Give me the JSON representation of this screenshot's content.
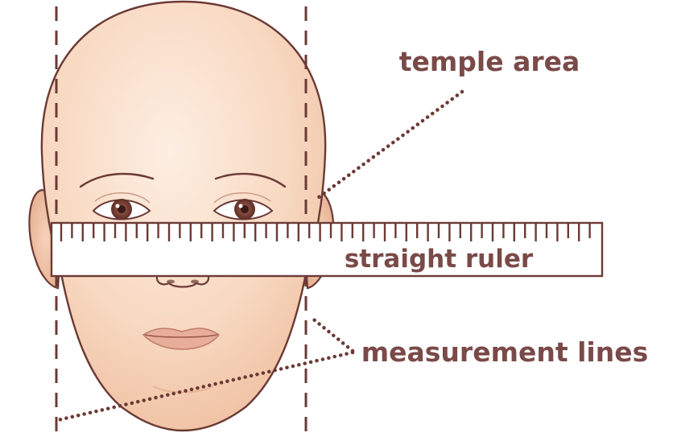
{
  "labels": {
    "temple_area": "temple area",
    "ruler": "straight ruler",
    "measurement_lines": "measurement lines"
  },
  "colors": {
    "outline": "#6b3a35",
    "skin_light": "#fbe3cf",
    "skin_mid": "#f3c9ac",
    "skin_shadow": "#e3aa8c",
    "label_text": "#7a4a48",
    "ruler_fill": "#ffffff",
    "iris": "#7a4036",
    "lips": "#e2a494"
  }
}
